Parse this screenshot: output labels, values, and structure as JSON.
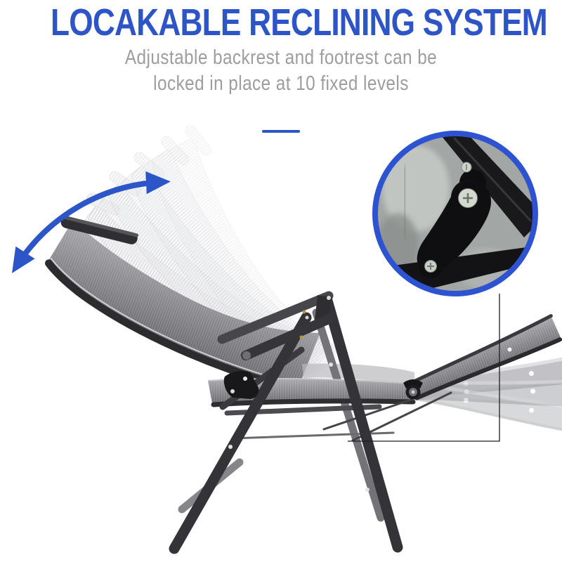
{
  "header": {
    "title": "LOCAKABLE RECLINING SYSTEM",
    "subtitle_line1": "Adjustable backrest and footrest can be",
    "subtitle_line2": "locked in place at 10 fixed levels"
  },
  "colors": {
    "titleColor": "#2e55c7",
    "subtitleColor": "#9d9d9d",
    "accent": "#2c55c8",
    "ring": "#2e53d0",
    "frame": "#343438",
    "callout": "#1f1f1f"
  },
  "icons": {
    "recline_arrow": "curved-double-headed-arrow",
    "detail_magnifier": "zoom-detail-circle-inset",
    "callout_line": "elbow-callout-line"
  }
}
